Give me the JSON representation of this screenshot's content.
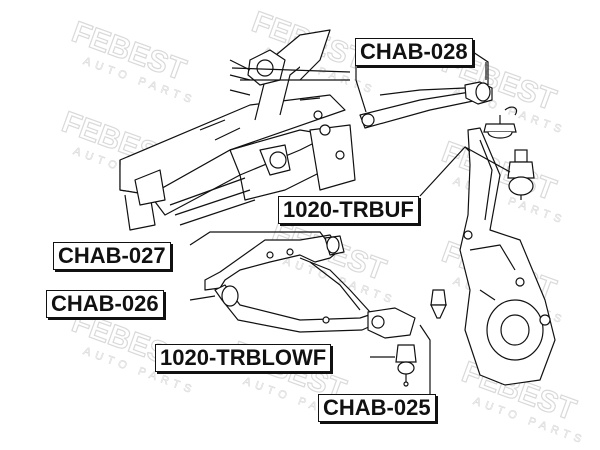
{
  "watermark": {
    "brand": "FEBEST",
    "tagline": "AUTO PARTS"
  },
  "part_labels": [
    {
      "id": "chab-028",
      "text": "CHAB-028"
    },
    {
      "id": "1020-trbuf",
      "text": "1020-TRBUF"
    },
    {
      "id": "chab-027",
      "text": "CHAB-027"
    },
    {
      "id": "chab-026",
      "text": "CHAB-026"
    },
    {
      "id": "1020-trblowf",
      "text": "1020-TRBLOWF"
    },
    {
      "id": "chab-025",
      "text": "CHAB-025"
    }
  ],
  "colors": {
    "line": "#111111",
    "watermark": "#d6d6d6",
    "background": "#ffffff"
  }
}
